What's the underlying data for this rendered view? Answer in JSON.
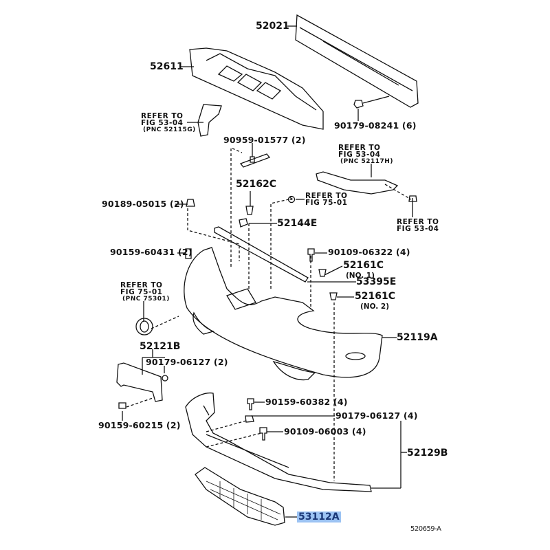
{
  "diagram_title_code": "520659-A",
  "highlighted_part": "53112A",
  "colors": {
    "highlight_bg": "#9cc3f3",
    "highlight_text": "#1b3877",
    "line": "#111111"
  },
  "labels": {
    "p52021": "52021",
    "p52611": "52611",
    "ref_52115g": [
      "REFER TO",
      "FIG 53-04",
      "(PNC 52115G)"
    ],
    "p90179_08241": "90179-08241 (6)",
    "p90959_01577": "90959-01577 (2)",
    "ref_52117h": [
      "REFER TO",
      "FIG 53-04",
      "(PNC 52117H)"
    ],
    "p52162c": "52162C",
    "ref_75_01_a": [
      "REFER TO",
      "FIG 75-01"
    ],
    "p90189_05015": "90189-05015 (2)",
    "ref_53_04_b": [
      "REFER TO",
      "FIG 53-04"
    ],
    "p52144e": "52144E",
    "p90159_60431": "90159-60431 (2)",
    "p90109_06322": "90109-06322 (4)",
    "p52161c_1": "52161C",
    "no1": "(NO. 1)",
    "p53395e": "53395E",
    "ref_75301": [
      "REFER TO",
      "FIG 75-01",
      "(PNC 75301)"
    ],
    "p52161c_2": "52161C",
    "no2": "(NO. 2)",
    "p52119a": "52119A",
    "p52121b": "52121B",
    "p90179_06127_2": "90179-06127 (2)",
    "p90159_60382": "90159-60382 (4)",
    "p90179_06127_4": "90179-06127 (4)",
    "p90109_06003": "90109-06003 (4)",
    "p90159_60215": "90159-60215 (2)",
    "p52129b": "52129B",
    "p53112a": "53112A",
    "s_symbol": "S"
  }
}
